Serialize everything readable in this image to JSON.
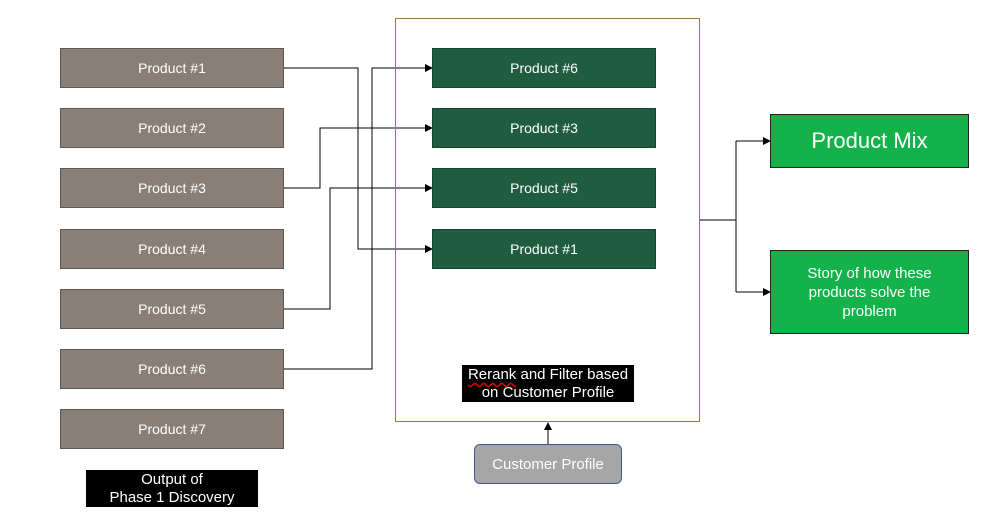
{
  "sources": [
    "Product  #1",
    "Product  #2",
    "Product  #3",
    "Product  #4",
    "Product  #5",
    "Product  #6",
    "Product  #7"
  ],
  "ranked": [
    "Product  #6",
    "Product  #3",
    "Product  #5",
    "Product  #1"
  ],
  "rerank_label": {
    "word": "Rerank",
    "rest": " and Filter based",
    "line2": "on Customer Profile"
  },
  "source_caption": {
    "line1": "Output of",
    "line2": "Phase 1 Discovery"
  },
  "customer_profile": "Customer Profile",
  "outputs": {
    "mix": "Product Mix",
    "story": "Story of how these products solve the problem"
  },
  "colors": {
    "source": "#8a7f76",
    "ranked": "#1f5c40",
    "output": "#14b24a",
    "profile": "#a6a6a6"
  }
}
